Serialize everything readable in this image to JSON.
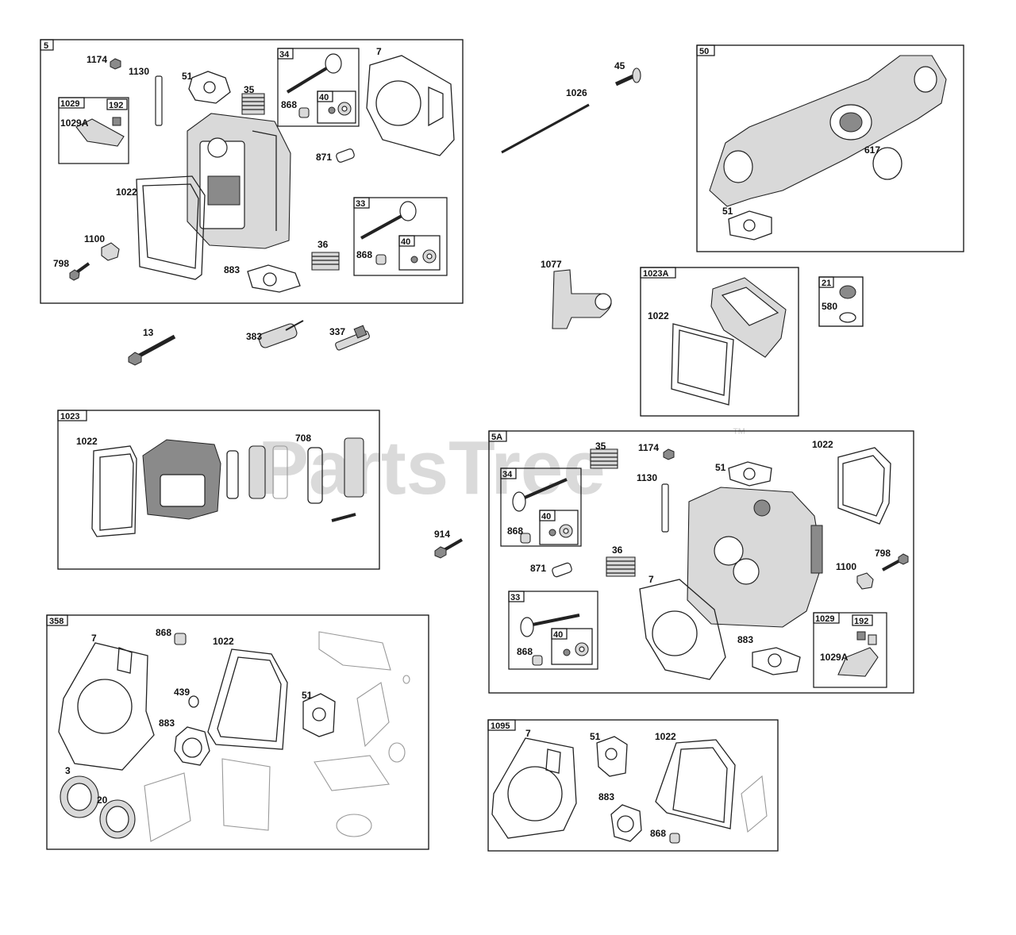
{
  "watermark": {
    "brand": "PartsTree",
    "tm": "™"
  },
  "groups": {
    "g5": "5",
    "g34a": "34",
    "g40a": "40",
    "g1029a": "1029",
    "g192a": "192",
    "g33a": "33",
    "g40b": "40",
    "g50": "50",
    "g1023a": "1023A",
    "g21": "21",
    "g1023": "1023",
    "g5a": "5A",
    "g34b": "34",
    "g40c": "40",
    "g33b": "33",
    "g40d": "40",
    "g1029b": "1029",
    "g192b": "192",
    "g358": "358",
    "g1095": "1095"
  },
  "labels": {
    "l1174a": "1174",
    "l1130a": "1130",
    "l51a": "51",
    "l35a": "35",
    "l7a": "7",
    "l868a": "868",
    "l1029Aa": "1029A",
    "l871a": "871",
    "l1022a": "1022",
    "l1100a": "1100",
    "l798a": "798",
    "l883a": "883",
    "l36a": "36",
    "l868b": "868",
    "l13": "13",
    "l383": "383",
    "l337": "337",
    "l45": "45",
    "l1026": "1026",
    "l617": "617",
    "l51b": "51",
    "l1077": "1077",
    "l1022b": "1022",
    "l580": "580",
    "l1022c": "1022",
    "l708": "708",
    "l914": "914",
    "l35b": "35",
    "l1174b": "1174",
    "l1130b": "1130",
    "l51c": "51",
    "l1022d": "1022",
    "l868c": "868",
    "l36b": "36",
    "l871b": "871",
    "l7b": "7",
    "l798b": "798",
    "l1100b": "1100",
    "l883b": "883",
    "l868d": "868",
    "l1029Ab": "1029A",
    "l7c": "7",
    "l868e": "868",
    "l1022e": "1022",
    "l439": "439",
    "l51d": "51",
    "l883c": "883",
    "l3": "3",
    "l20": "20",
    "l7d": "7",
    "l51e": "51",
    "l1022f": "1022",
    "l883d": "883",
    "l868f": "868"
  }
}
